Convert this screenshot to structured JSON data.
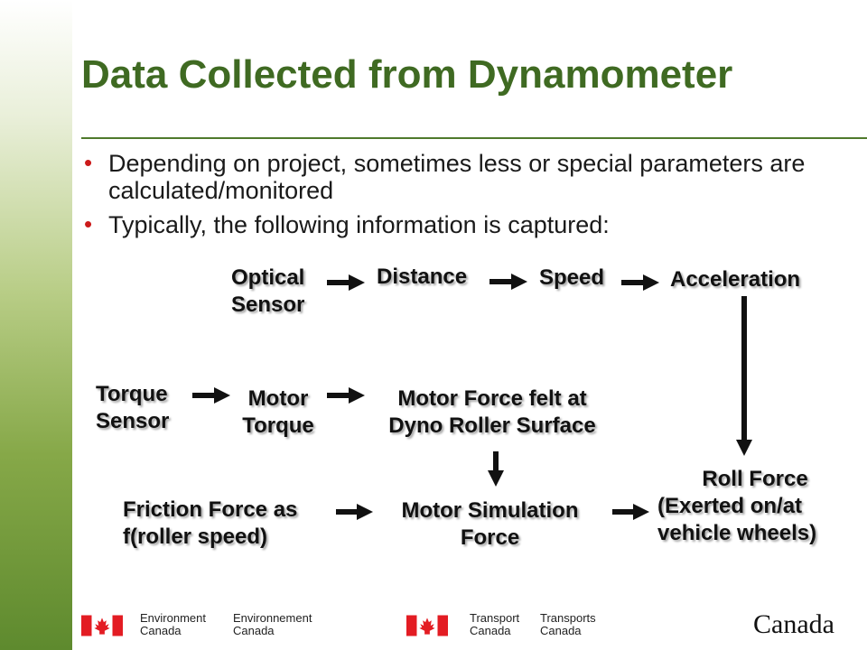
{
  "slide": {
    "title": "Data Collected from Dynamometer",
    "bullets": [
      "Depending on project, sometimes less or special parameters are calculated/monitored",
      "Typically,  the following information is captured:"
    ]
  },
  "diagram": {
    "nodes": {
      "optical_sensor": [
        "Optical",
        "Sensor"
      ],
      "distance": "Distance",
      "speed": "Speed",
      "acceleration": "Acceleration",
      "torque_sensor": [
        "Torque",
        "Sensor"
      ],
      "motor_torque": [
        "Motor",
        "Torque"
      ],
      "motor_force": [
        "Motor Force felt at",
        "Dyno Roller Surface"
      ],
      "friction_force": [
        "Friction Force as",
        "f(roller speed)"
      ],
      "motor_sim_force": [
        "Motor Simulation",
        "Force"
      ],
      "roll_force": [
        "Roll Force",
        "(Exerted on/at",
        "vehicle wheels)"
      ]
    },
    "edges": [
      [
        "optical_sensor",
        "distance"
      ],
      [
        "distance",
        "speed"
      ],
      [
        "speed",
        "acceleration"
      ],
      [
        "acceleration",
        "roll_force"
      ],
      [
        "torque_sensor",
        "motor_torque"
      ],
      [
        "motor_torque",
        "motor_force"
      ],
      [
        "motor_force",
        "motor_sim_force"
      ],
      [
        "friction_force",
        "motor_sim_force"
      ],
      [
        "motor_sim_force",
        "roll_force"
      ]
    ]
  },
  "footer": {
    "env_en": [
      "Environment",
      "Canada"
    ],
    "env_fr": [
      "Environnement",
      "Canada"
    ],
    "tc_en": [
      "Transport",
      "Canada"
    ],
    "tc_fr": [
      "Transports",
      "Canada"
    ],
    "wordmark": "Canada"
  },
  "colors": {
    "title": "#3f6a22",
    "bullet": "#cc1a1a",
    "flag_red": "#e31c23"
  }
}
